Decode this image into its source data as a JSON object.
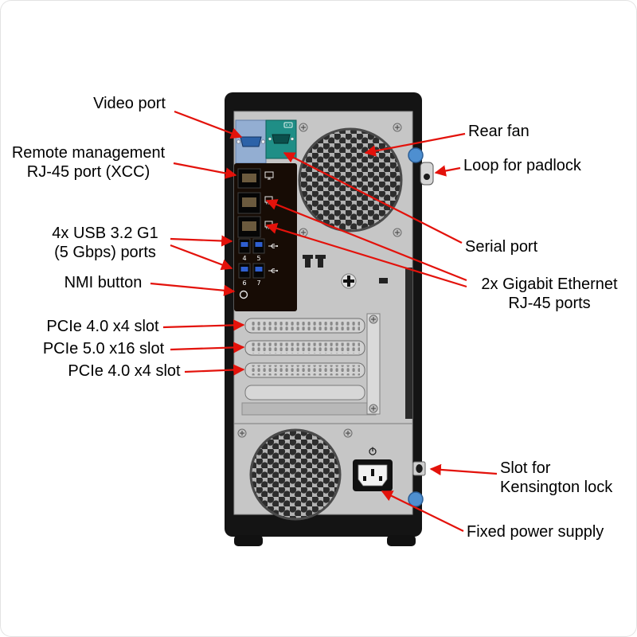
{
  "diagram": {
    "type": "hardware-callout",
    "device": "Tower server rear view",
    "labels_left": [
      {
        "id": "video-port",
        "text": "Video port"
      },
      {
        "id": "remote-management",
        "text": "Remote management\nRJ-45 port (XCC)"
      },
      {
        "id": "usb-ports",
        "text": "4x USB 3.2 G1\n(5 Gbps) ports"
      },
      {
        "id": "nmi-button",
        "text": "NMI button"
      },
      {
        "id": "pcie-slot-1",
        "text": "PCIe 4.0 x4 slot"
      },
      {
        "id": "pcie-slot-2",
        "text": "PCIe 5.0 x16 slot"
      },
      {
        "id": "pcie-slot-3",
        "text": "PCIe 4.0 x4 slot"
      }
    ],
    "labels_right": [
      {
        "id": "rear-fan",
        "text": "Rear fan"
      },
      {
        "id": "padlock-loop",
        "text": "Loop for padlock"
      },
      {
        "id": "serial-port",
        "text": "Serial port"
      },
      {
        "id": "ethernet-ports",
        "text": "2x Gigabit Ethernet\nRJ-45 ports"
      },
      {
        "id": "kensington-lock",
        "text": "Slot for\nKensington lock"
      },
      {
        "id": "power-supply",
        "text": "Fixed power supply"
      }
    ],
    "usb_port_numbers": [
      "4",
      "5",
      "6",
      "7"
    ],
    "colors": {
      "arrow": "#e3120b",
      "chassis": "#141414",
      "panel": "#c6c6c6",
      "video_block": "#93aed2",
      "serial_block": "#1f8e86",
      "usb_inner": "#2f5fd0",
      "release_button": "#4e8fd0",
      "background": "#ffffff"
    }
  }
}
